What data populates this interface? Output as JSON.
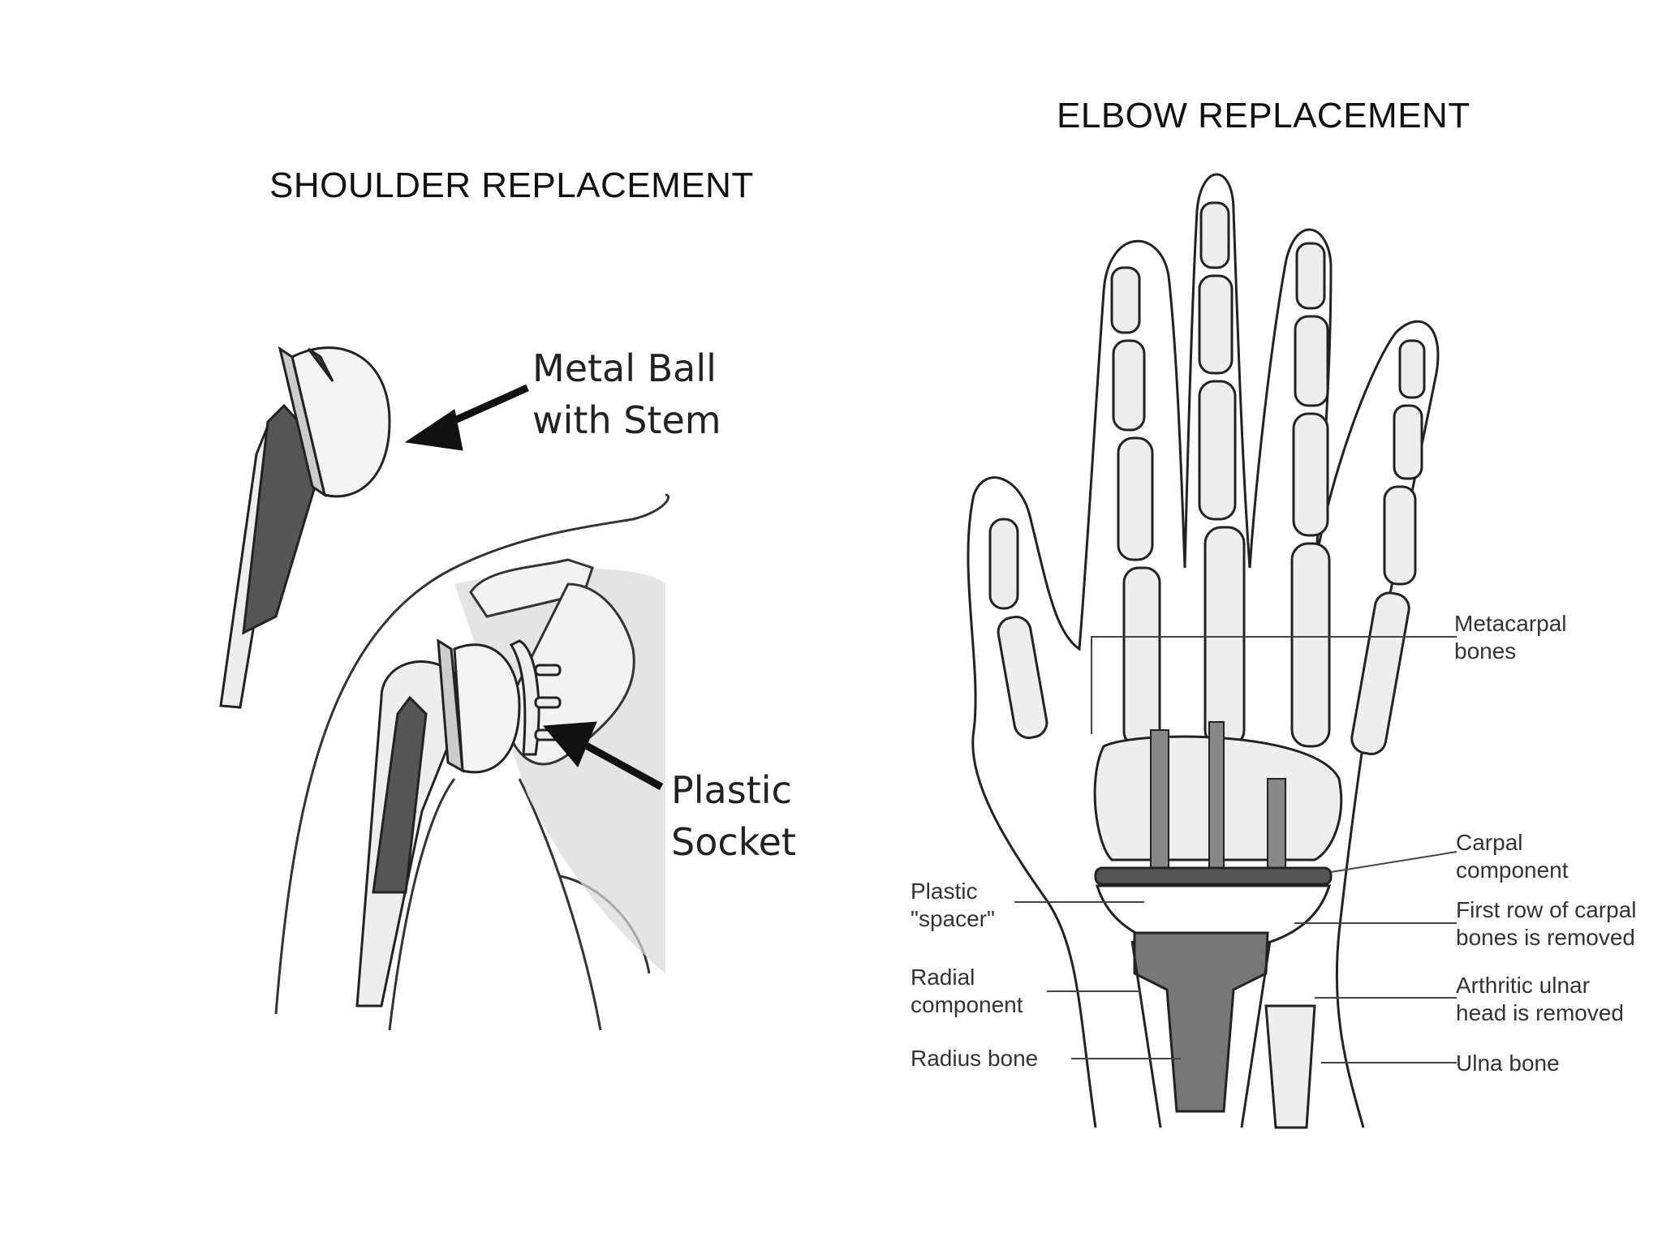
{
  "shoulder": {
    "title": "SHOULDER REPLACEMENT",
    "labels": {
      "metal_ball_line1": "Metal Ball",
      "metal_ball_line2": "with Stem",
      "plastic_socket_line1": "Plastic",
      "plastic_socket_line2": "Socket"
    }
  },
  "hand": {
    "title": "ELBOW REPLACEMENT",
    "labels": {
      "metacarpal_line1": "Metacarpal",
      "metacarpal_line2": "bones",
      "carpal_line1": "Carpal",
      "carpal_line2": "component",
      "first_row_line1": "First row of carpal",
      "first_row_line2": "bones is removed",
      "ulnar_line1": "Arthritic ulnar",
      "ulnar_line2": "head is removed",
      "ulna": "Ulna bone",
      "spacer_line1": "Plastic",
      "spacer_line2": "\"spacer\"",
      "radial_line1": "Radial",
      "radial_line2": "component",
      "radius": "Radius bone"
    }
  },
  "colors": {
    "metal_dark": "#555555",
    "outline": "#222222",
    "bone_fill": "#eeeeee",
    "shade": "#cfcfcf"
  }
}
